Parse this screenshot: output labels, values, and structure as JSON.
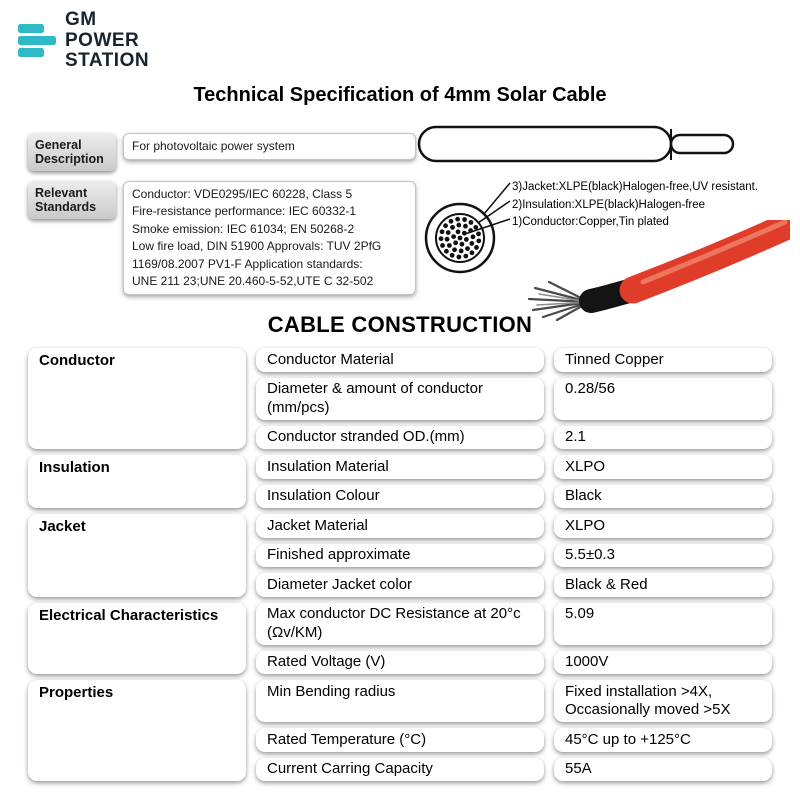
{
  "brand": {
    "name_lines": [
      "GM",
      "POWER",
      "STATION"
    ],
    "accent_color": "#2fb9c4",
    "text_color": "#17242e"
  },
  "title": "Technical Specification of 4mm Solar Cable",
  "info": {
    "rows": [
      {
        "label": "General Description",
        "value": "For photovoltaic power system"
      },
      {
        "label": "Relevant Standards",
        "value": "Conductor: VDE0295/IEC 60228, Class 5\nFire-resistance performance: IEC 60332-1\nSmoke emission: IEC 61034; EN 50268-2\nLow fire load, DIN 51900 Approvals: TUV 2PfG\n1169/08.2007 PV1-F Application standards:\nUNE 211 23;UNE 20.460-5-52,UTE C 32-502"
      }
    ]
  },
  "diagram": {
    "labels": [
      "3)Jacket:XLPE(black)Halogen-free,UV resistant.",
      "2)Insulation:XLPE(black)Halogen-free",
      "1)Conductor:Copper,Tin plated"
    ],
    "cable_color": "#e03c2a",
    "jacket_color": "#141414"
  },
  "section_title": "CABLE CONSTRUCTION",
  "table": {
    "groups": [
      {
        "category": "Conductor",
        "rows": [
          {
            "property": "Conductor Material",
            "value": "Tinned Copper"
          },
          {
            "property": "Diameter & amount of conductor (mm/pcs)",
            "value": "0.28/56"
          },
          {
            "property": "Conductor stranded OD.(mm)",
            "value": "2.1"
          }
        ]
      },
      {
        "category": "Insulation",
        "rows": [
          {
            "property": "Insulation Material",
            "value": "XLPO"
          },
          {
            "property": "Insulation Colour",
            "value": "Black"
          }
        ]
      },
      {
        "category": "Jacket",
        "rows": [
          {
            "property": "Jacket Material",
            "value": "XLPO"
          },
          {
            "property": "Finished approximate",
            "value": "5.5±0.3"
          },
          {
            "property": "Diameter Jacket color",
            "value": "Black & Red"
          }
        ]
      },
      {
        "category": "Electrical Characteristics",
        "rows": [
          {
            "property": "Max conductor DC Resistance at 20°c (Ωv/KM)",
            "value": "5.09"
          },
          {
            "property": "Rated Voltage (V)",
            "value": "1000V"
          }
        ]
      },
      {
        "category": "Properties",
        "rows": [
          {
            "property": "Min Bending radius",
            "value": "Fixed installation >4X, Occasionally moved >5X"
          },
          {
            "property": "Rated Temperature (°C)",
            "value": "45°C up to +125°C"
          },
          {
            "property": "Current Carring Capacity",
            "value": "55A"
          }
        ]
      }
    ]
  }
}
